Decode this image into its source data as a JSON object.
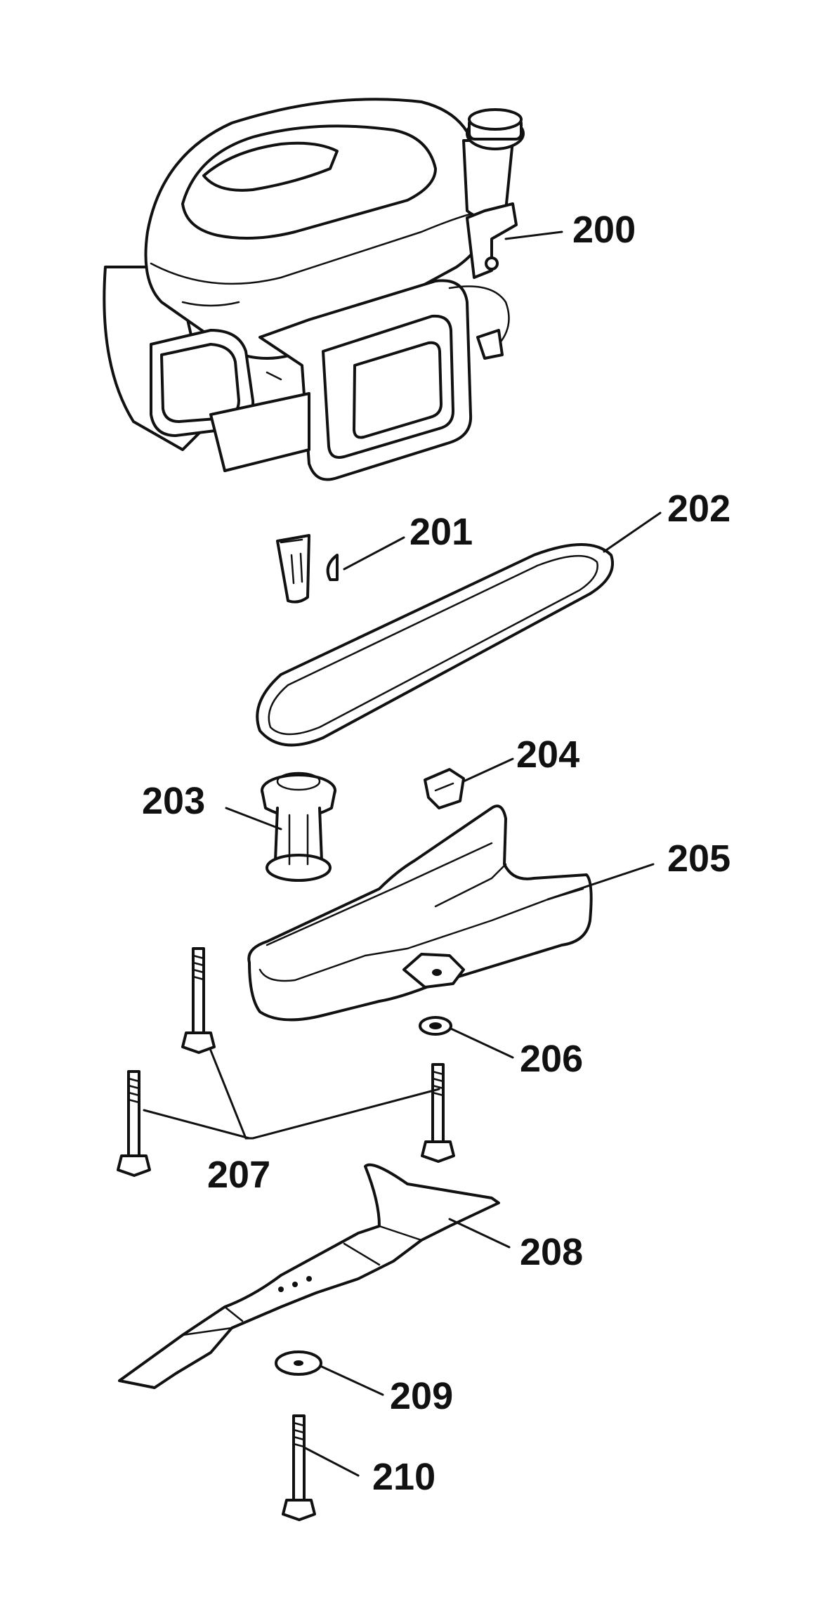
{
  "labels": {
    "engine": "200",
    "key": "201",
    "belt": "202",
    "pulley": "203",
    "clip": "204",
    "belt_cover": "205",
    "washer": "206",
    "bolts": "207",
    "blade": "208",
    "blade_washer": "209",
    "blade_bolt": "210"
  }
}
